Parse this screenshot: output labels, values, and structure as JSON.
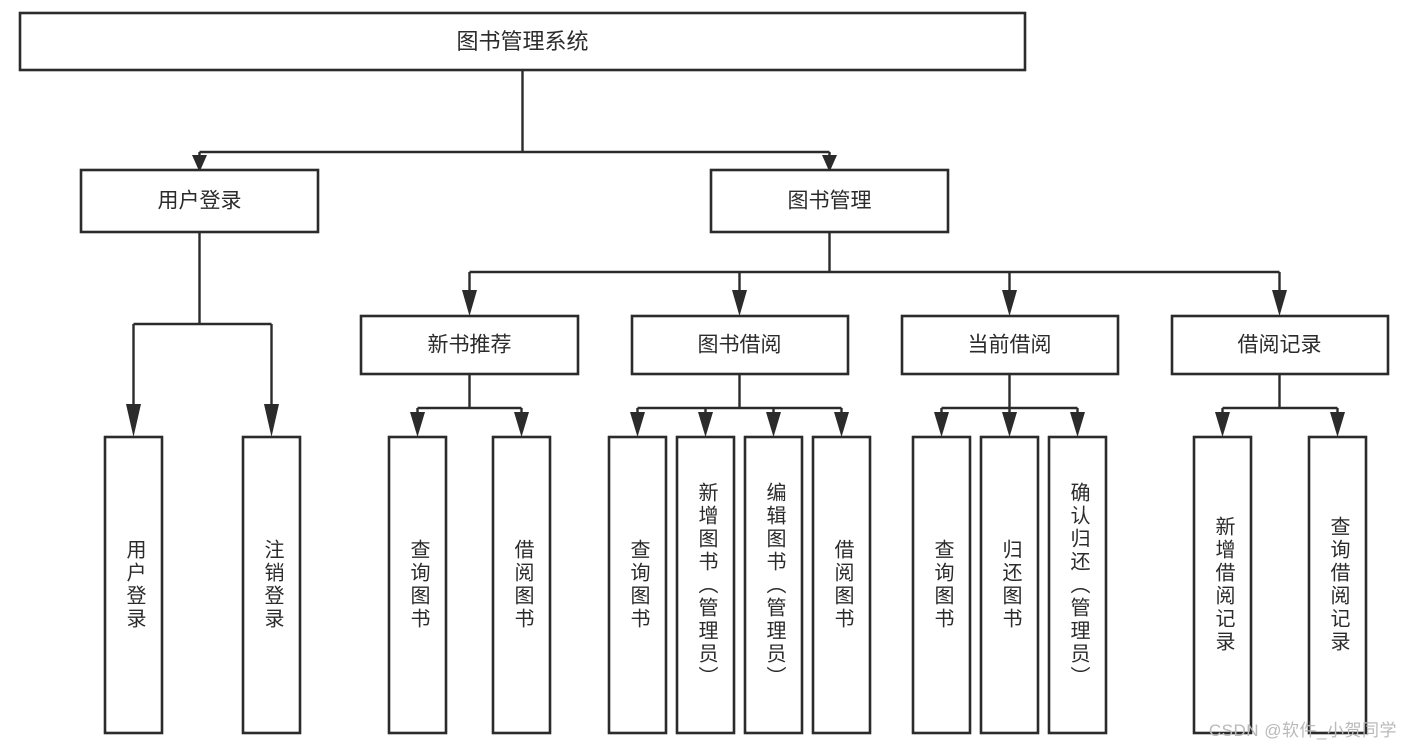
{
  "diagram": {
    "type": "tree-hierarchy",
    "title": "图书管理系统",
    "style": {
      "box_fill": "#ffffff",
      "box_stroke": "#2b2b2b",
      "connector_color": "#2b2b2b",
      "text_color": "#2b2b2b",
      "background": "#ffffff",
      "watermark_color": "#b9b9b9"
    },
    "levels": {
      "root": {
        "label": "图书管理系统"
      },
      "level2": [
        {
          "label": "用户登录"
        },
        {
          "label": "图书管理"
        }
      ],
      "level3": [
        {
          "label": "新书推荐"
        },
        {
          "label": "图书借阅"
        },
        {
          "label": "当前借阅"
        },
        {
          "label": "借阅记录"
        }
      ],
      "leaves": [
        {
          "label": "用户登录",
          "parent": "用户登录"
        },
        {
          "label": "注销登录",
          "parent": "用户登录"
        },
        {
          "label": "查询图书",
          "parent": "新书推荐"
        },
        {
          "label": "借阅图书",
          "parent": "新书推荐"
        },
        {
          "label": "查询图书",
          "parent": "图书借阅"
        },
        {
          "label": "新增图书（管理员）",
          "parent": "图书借阅"
        },
        {
          "label": "编辑图书（管理员）",
          "parent": "图书借阅"
        },
        {
          "label": "借阅图书",
          "parent": "图书借阅"
        },
        {
          "label": "查询图书",
          "parent": "当前借阅"
        },
        {
          "label": "归还图书",
          "parent": "当前借阅"
        },
        {
          "label": "确认归还（管理员）",
          "parent": "当前借阅"
        },
        {
          "label": "新增借阅记录",
          "parent": "借阅记录"
        },
        {
          "label": "查询借阅记录",
          "parent": "借阅记录"
        }
      ]
    }
  },
  "watermark": {
    "text": "CSDN @软件_小贺同学"
  }
}
